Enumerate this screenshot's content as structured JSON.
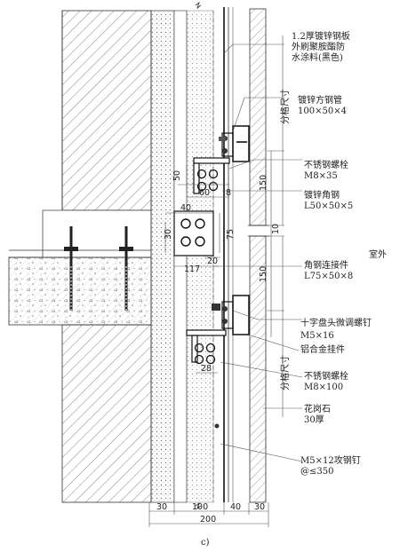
{
  "labels": {
    "steel_plate_1": "1.2厚镀锌钢板",
    "steel_plate_2": "外刷聚胺酯防",
    "steel_plate_3": "水涂料(黑色)",
    "sq_tube_1": "镀锌方钢管",
    "sq_tube_2": "100×50×4",
    "bolt1_1": "不锈钢螺栓",
    "bolt1_2": "M8×35",
    "angle_1": "镀锌角钢",
    "angle_2": "L50×50×5",
    "conn_1": "角钢连接件",
    "conn_2": "L75×50×8",
    "screw_1": "十字盘头微调螺钉",
    "screw_2": "M5×16",
    "alu_1": "铝合金挂件",
    "bolt2_1": "不锈钢螺栓",
    "bolt2_2": "M8×100",
    "granite_1": "花岗石",
    "granite_2": "30厚",
    "nail_1": "M5×12攻钢钉",
    "nail_2": "@≤350",
    "outdoor": "室外",
    "grid_size": "分格尺寸",
    "caption": "c)"
  },
  "dims": {
    "d50": "50",
    "d60": "60",
    "d8": "8",
    "d40": "40",
    "d30": "30",
    "d75": "75",
    "d20": "20",
    "d117": "117",
    "d150a": "150",
    "d10": "10",
    "d150b": "150",
    "d28": "28",
    "b30a": "30",
    "b100": "100",
    "b40": "40",
    "b30b": "30",
    "b200": "200"
  }
}
